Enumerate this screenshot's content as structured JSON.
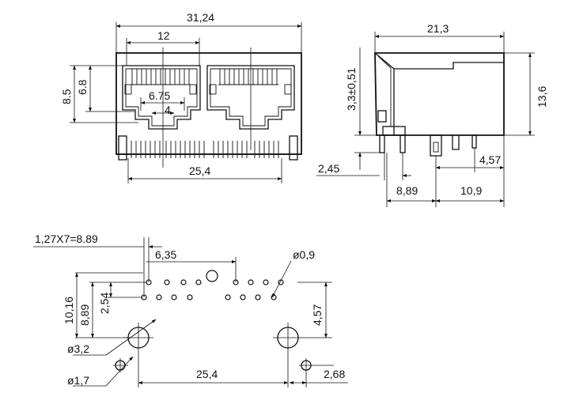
{
  "labels": {
    "front_width": "31,24",
    "port_width": "12",
    "latch_outer": "6.75",
    "latch_inner": "4",
    "body_height": "8.5",
    "port_height": "6.8",
    "lead_span": "25,4",
    "side_length": "21,3",
    "side_height": "13,6",
    "stand_off": "3,3±0,51",
    "pin_offset_left": "2,45",
    "pin_row_span": "8,89",
    "post_span": "10,9",
    "post_offset": "4,57",
    "pin_pitch": "1,27X7=8.89",
    "row_offset": "6,35",
    "pin_diameter": "ø0,9",
    "height_10_16": "10,16",
    "height_8_89": "8,89",
    "row_gap": "2,54",
    "post_height": "4,57",
    "big_hole": "ø3,2",
    "small_hole": "ø1,7",
    "hole_span": "25,4",
    "edge_offset": "2,68"
  }
}
